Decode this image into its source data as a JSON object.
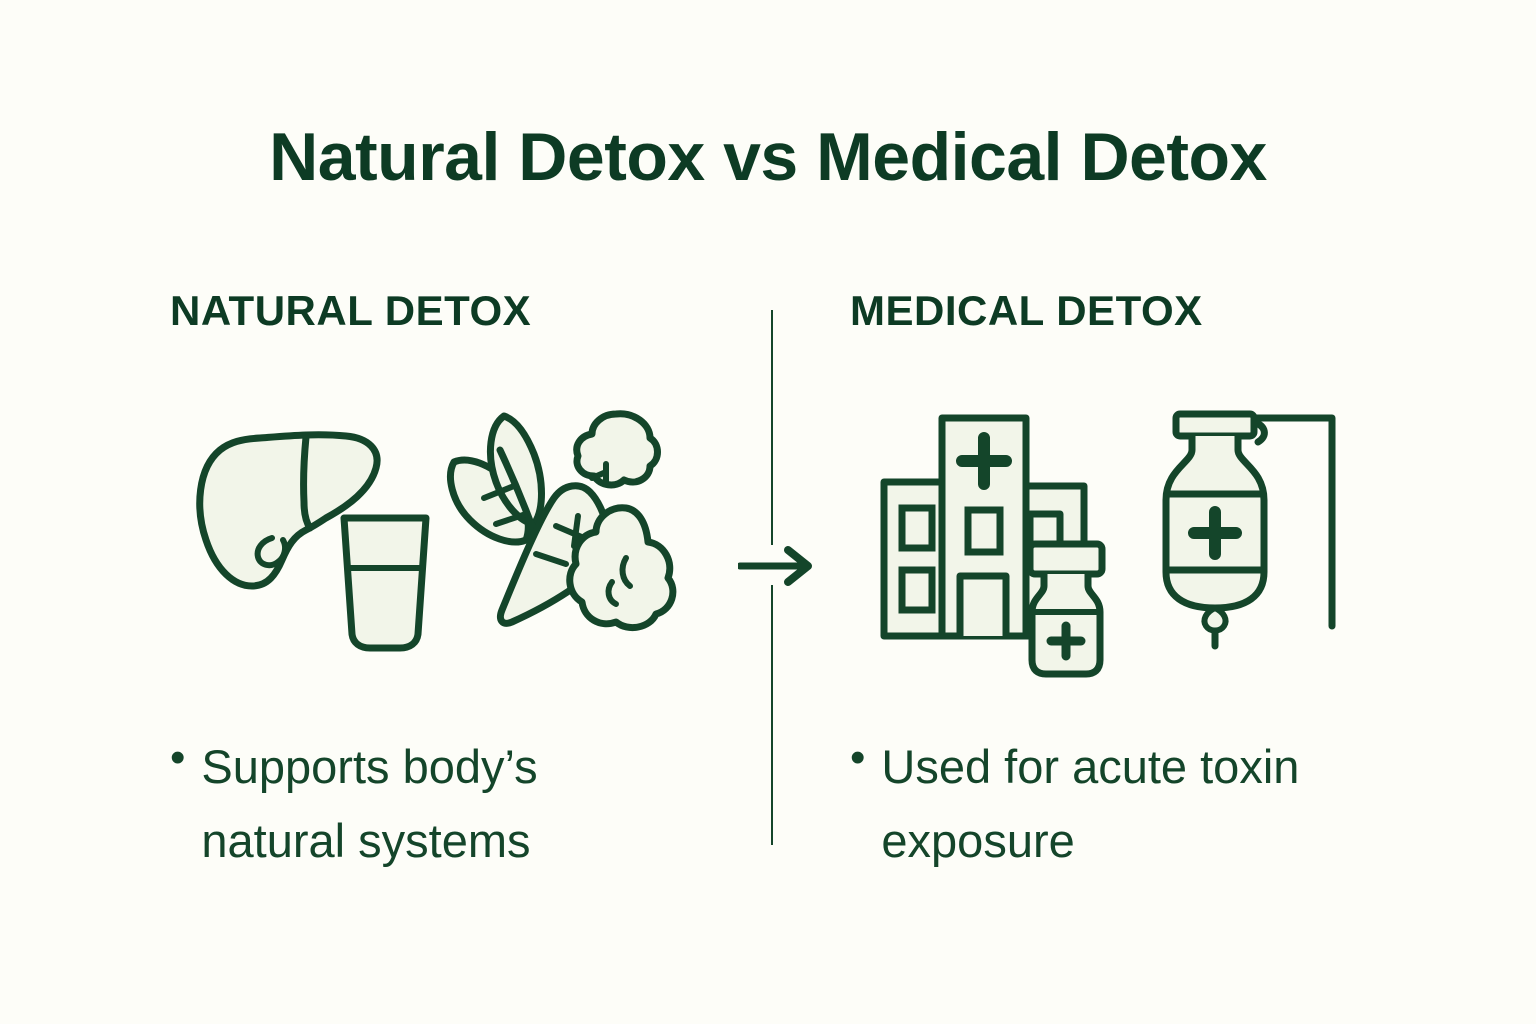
{
  "page": {
    "title": "Natural Detox vs Medical Detox",
    "background_color": "#fdfdf8",
    "accent_color": "#0d3b24",
    "stroke_color": "#14452a",
    "icon_fill_color": "#f2f5e9"
  },
  "columns": {
    "left": {
      "heading": "NATURAL DETOX",
      "bullet_marker": "•",
      "bullet_text": "Supports body’s natural systems",
      "icons": [
        {
          "name": "liver-icon",
          "label": "liver"
        },
        {
          "name": "water-glass-icon",
          "label": "glass of water"
        },
        {
          "name": "vegetables-icon",
          "label": "leafy greens, carrot and broccoli"
        }
      ]
    },
    "right": {
      "heading": "MEDICAL DETOX",
      "bullet_marker": "•",
      "bullet_text": "Used for acute toxin exposure",
      "icons": [
        {
          "name": "hospital-building-icon",
          "label": "hospital building with cross"
        },
        {
          "name": "medicine-vial-icon",
          "label": "medicine vial with cross"
        },
        {
          "name": "iv-bag-icon",
          "label": "IV drip bag on pole with cross"
        }
      ]
    }
  },
  "divider": {
    "name": "vertical-divider",
    "arrow_name": "right-arrow-icon",
    "arrow_glyph": "→"
  }
}
